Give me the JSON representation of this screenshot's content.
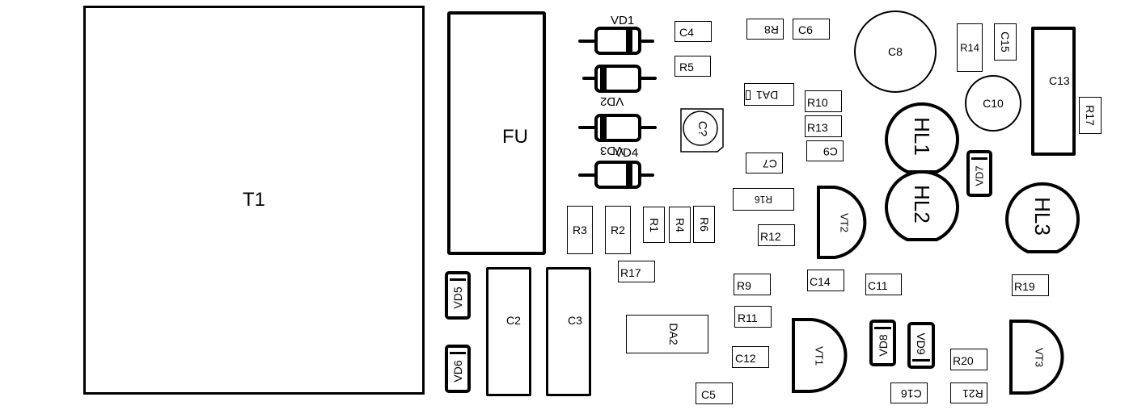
{
  "board": {
    "title": "PCB component placement (silkscreen)",
    "line_color": "#000000",
    "background": "#ffffff"
  },
  "components": {
    "T1": "T1",
    "FU": "FU",
    "VD1": "VD1",
    "VD2": "VD2",
    "VD3": "VD3",
    "VD4": "VD4",
    "VD5": "VD5",
    "VD6": "VD6",
    "VD7": "VD7",
    "VD8": "VD8",
    "VD9": "VD9",
    "C2": "C2",
    "C3": "C3",
    "C4": "C4",
    "C5": "C5",
    "C6": "C6",
    "C7": "C7",
    "C8": "C8",
    "C9": "C9",
    "C10": "C10",
    "C11": "C11",
    "C12": "C12",
    "C13": "C13",
    "C14": "C14",
    "C15": "C15",
    "C16": "C16",
    "R1": "R1",
    "R2": "R2",
    "R3": "R3",
    "R4": "R4",
    "R5": "R5",
    "R6": "R6",
    "R8": "R8",
    "R9": "R9",
    "R10": "R10",
    "R11": "R11",
    "R12": "R12",
    "R13": "R13",
    "R14": "R14",
    "R16": "R16",
    "R17a": "R17",
    "R17b": "R17",
    "R19": "R19",
    "R20": "R20",
    "R21": "R21",
    "DA1": "DA1",
    "DA2": "DA2",
    "C_reg": "C?",
    "HL1": "HL1",
    "HL2": "HL2",
    "HL3": "HL3",
    "VT1": "VT1",
    "VT2": "VT2",
    "VT3": "VT3"
  }
}
